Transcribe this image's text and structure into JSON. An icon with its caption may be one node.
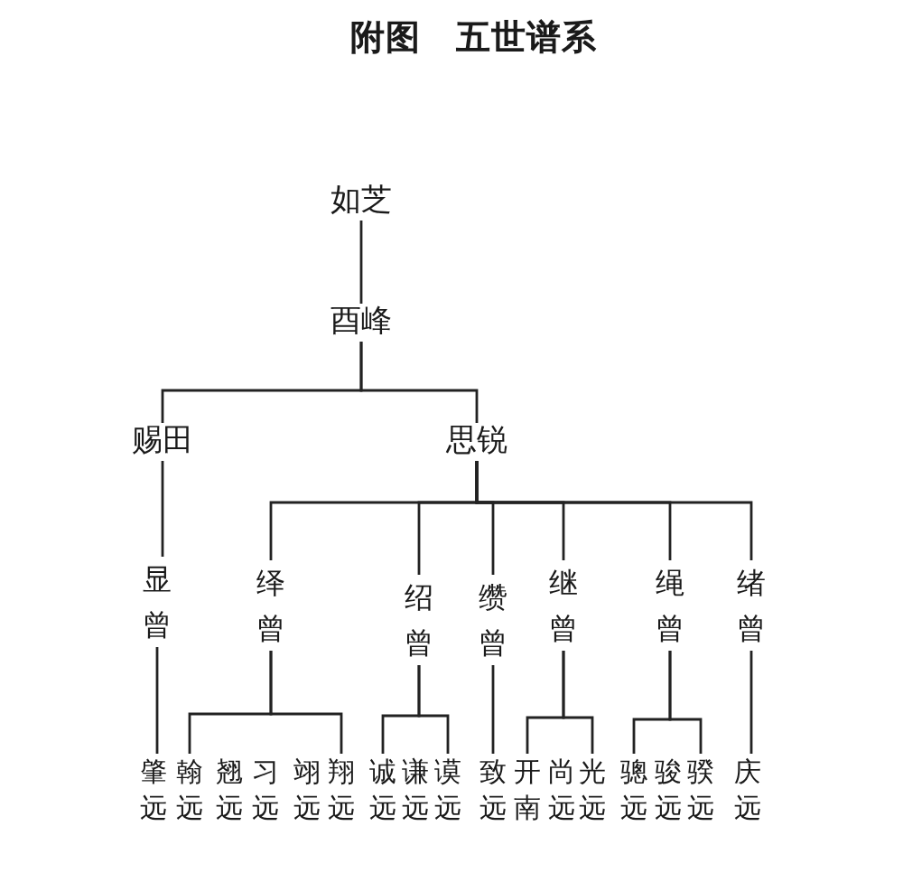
{
  "diagram": {
    "title": "附图　五世谱系",
    "nodes": [
      {
        "text": [
          "如芝"
        ]
      },
      {
        "text": [
          "酉峰"
        ]
      },
      {
        "text": [
          "赐田"
        ]
      },
      {
        "text": [
          "思锐"
        ]
      },
      {
        "text": [
          "显曾"
        ]
      },
      {
        "text": [
          "绎曾"
        ]
      },
      {
        "text": [
          "绍曾"
        ]
      },
      {
        "text": [
          "缵曾"
        ]
      },
      {
        "text": [
          "继曾"
        ]
      },
      {
        "text": [
          "绳曾"
        ]
      },
      {
        "text": [
          "绪曾"
        ]
      },
      {
        "text": [
          "肇远"
        ]
      },
      {
        "text": [
          "翰远"
        ]
      },
      {
        "text": [
          "翘远"
        ]
      },
      {
        "text": [
          "习远"
        ]
      },
      {
        "text": [
          "翊远"
        ]
      },
      {
        "text": [
          "翔远"
        ]
      },
      {
        "text": [
          "诚远"
        ]
      },
      {
        "text": [
          "谦远"
        ]
      },
      {
        "text": [
          "谟远"
        ]
      },
      {
        "text": [
          "致远"
        ]
      },
      {
        "text": [
          "开南"
        ]
      },
      {
        "text": [
          "尚远"
        ]
      },
      {
        "text": [
          "光远"
        ]
      },
      {
        "text": [
          "骢远"
        ]
      },
      {
        "text": [
          "骏远"
        ]
      },
      {
        "text": [
          "骙远"
        ]
      },
      {
        "text": [
          "庆远"
        ]
      }
    ],
    "edges": [
      {
        "from": 0,
        "to": 1,
        "arrow": "none"
      },
      {
        "from": 1,
        "to": 2,
        "arrow": "none"
      },
      {
        "from": 1,
        "to": 3,
        "arrow": "none"
      },
      {
        "from": 2,
        "to": 4,
        "arrow": "none"
      },
      {
        "from": 3,
        "to": 5,
        "arrow": "none"
      },
      {
        "from": 3,
        "to": 6,
        "arrow": "none"
      },
      {
        "from": 3,
        "to": 7,
        "arrow": "none"
      },
      {
        "from": 3,
        "to": 8,
        "arrow": "none"
      },
      {
        "from": 3,
        "to": 9,
        "arrow": "none"
      },
      {
        "from": 3,
        "to": 10,
        "arrow": "none"
      },
      {
        "from": 4,
        "to": 11,
        "arrow": "none"
      },
      {
        "from": 5,
        "to": 12,
        "arrow": "none"
      },
      {
        "from": 5,
        "to": 16,
        "arrow": "none"
      },
      {
        "from": 6,
        "to": 17,
        "arrow": "none"
      },
      {
        "from": 6,
        "to": 19,
        "arrow": "none"
      },
      {
        "from": 7,
        "to": 20,
        "arrow": "none"
      },
      {
        "from": 8,
        "to": 21,
        "arrow": "none"
      },
      {
        "from": 8,
        "to": 23,
        "arrow": "none"
      },
      {
        "from": 9,
        "to": 24,
        "arrow": "none"
      },
      {
        "from": 9,
        "to": 26,
        "arrow": "none"
      },
      {
        "from": 10,
        "to": 27,
        "arrow": "none"
      }
    ]
  }
}
